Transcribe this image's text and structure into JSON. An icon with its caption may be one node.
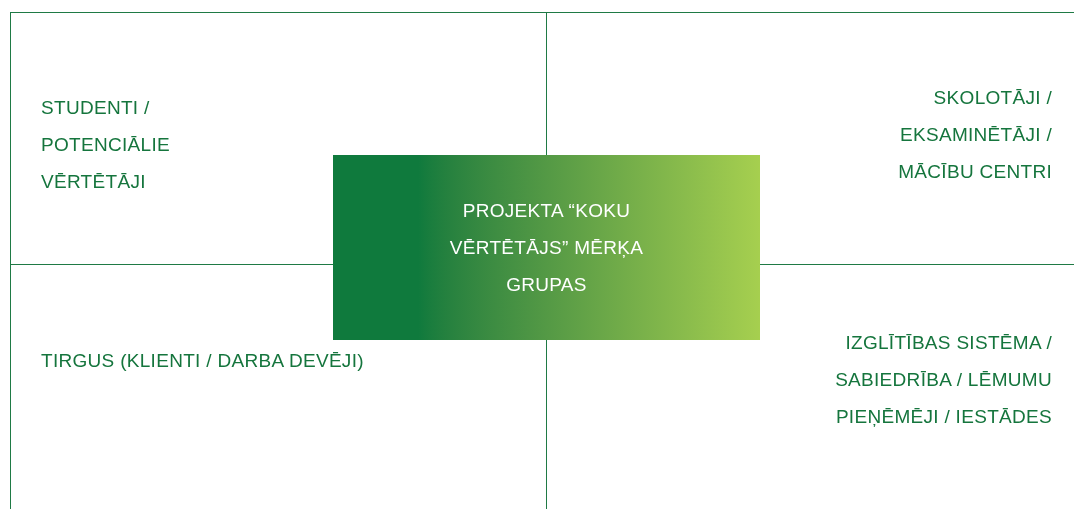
{
  "diagram": {
    "nodes": [
      {
        "text": [
          "STUDENTI / POTENCIĀLIE VĒRTĒTĀJI"
        ]
      },
      {
        "text": [
          "SKOLOTĀJI / EKSAMINĒTĀJI / MĀCĪBU CENTRI"
        ]
      },
      {
        "text": [
          "PROJEKTA “KOKU VĒRTĒTĀJS” MĒRĶA GRUPAS"
        ]
      },
      {
        "text": [
          "TIRGUS (KLIENTI / DARBA DEVĒJI)"
        ]
      },
      {
        "text": [
          "IZGLĪTĪBAS SISTĒMA / SABIEDRĪBA / LĒMUMU PIEŅĒMĒJI / IESTĀDES"
        ]
      }
    ],
    "edges": []
  }
}
